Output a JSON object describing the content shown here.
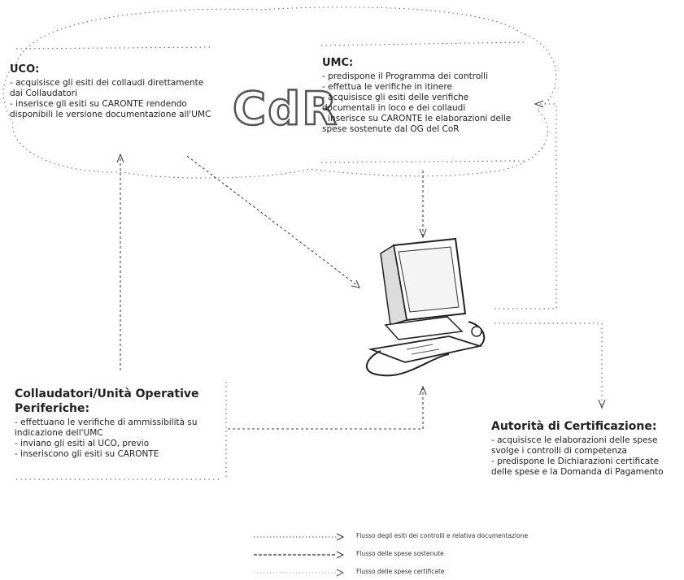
{
  "blocks": {
    "uco": {
      "title": "UCO:",
      "items": [
        "- acquisisce gli esiti dei collaudi direttamente dai Collaudatori",
        "- inserisce gli esiti su CARONTE rendendo disponibili le versione documentazione all'UMC"
      ]
    },
    "umc": {
      "title": "UMC:",
      "items": [
        "- predispone il Programma dei controlli",
        "- effettua le verifiche in itinere",
        "- acquisisce gli esiti delle verifiche documentali in loco e dei collaudi",
        "- inserisce su CARONTE le elaborazioni delle spese sostenute dal OG del CoR"
      ]
    },
    "collaudatori": {
      "title": "Collaudatori/Unità Operative Periferiche:",
      "items": [
        "- effettuano le verifiche di ammissibilità su indicazione dell'UMC",
        "- inviano gli esiti al UCO, previo",
        "- inseriscono gli esiti su CARONTE"
      ]
    },
    "autorita": {
      "title": "Autorità di Certificazione:",
      "items": [
        "- acquisisce le elaborazioni delle spese",
        "  svolge i controlli di competenza",
        "- predispone le Dichiarazioni certificate delle spese e la Domanda di Pagamento"
      ]
    }
  },
  "logo_text": "CdR",
  "legend": [
    {
      "label": "Flusso degli esiti dei controlli e relativa documentazione",
      "style": "dotted"
    },
    {
      "label": "Flusso delle spese sostenute",
      "style": "dashed"
    },
    {
      "label": "Flusso delle spese certificate",
      "style": "dotted-light"
    }
  ],
  "colors": {
    "line": "#444444",
    "text": "#1a1a1a",
    "background": "#ffffff"
  },
  "icons": {
    "computer": "computer-icon"
  }
}
